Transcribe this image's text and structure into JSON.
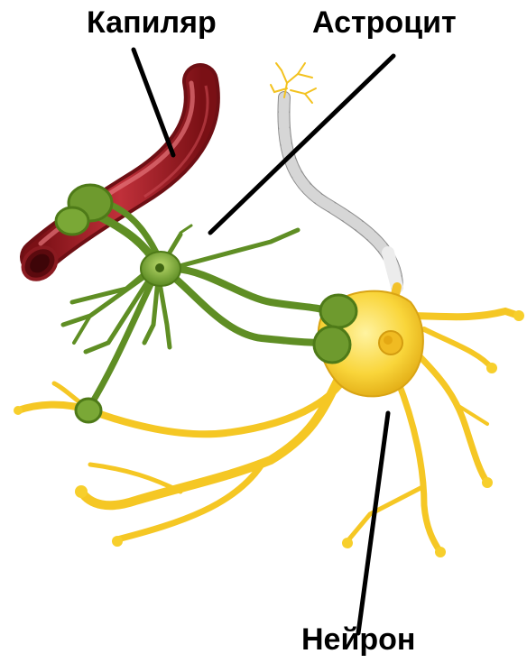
{
  "labels": {
    "capillary": "Капиляр",
    "astrocyte": "Астроцит",
    "neuron": "Нейрон"
  },
  "colors": {
    "capillary": "#9e1c22",
    "astrocyte": "#6e9a2e",
    "neuron": "#f7cf2c",
    "myelin": "#c9c9c9",
    "pointer_line": "#000000"
  }
}
